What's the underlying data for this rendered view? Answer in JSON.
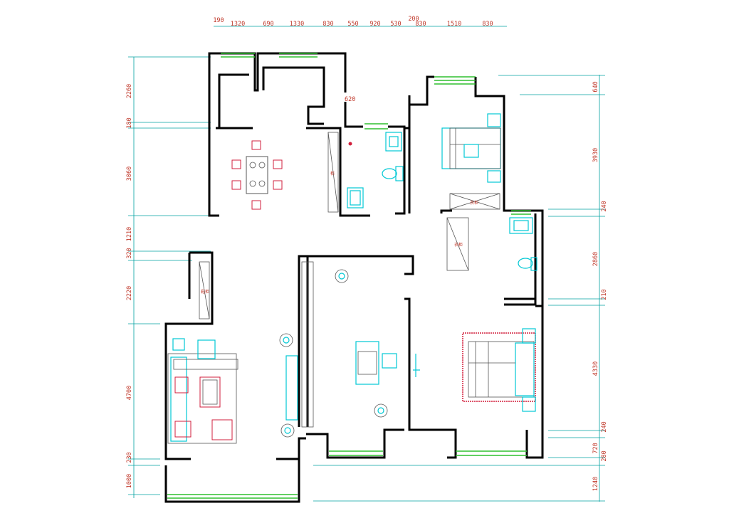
{
  "colors": {
    "wall": "#000000",
    "dimension_line": "#00a0a0",
    "dimension_text": "#c0392b",
    "window": "#2fbf2f",
    "furniture_outline": "#00c8d4",
    "furniture_detail": "#d21f3c"
  },
  "dimensions": {
    "top": [
      "190",
      "1320",
      "690",
      "1330",
      "830",
      "550",
      "920",
      "530",
      "200",
      "830",
      "1510",
      "830"
    ],
    "left": [
      "2260",
      "180",
      "3060",
      "1210",
      "320",
      "2220",
      "4700",
      "230",
      "1000"
    ],
    "right": [
      "640",
      "3930",
      "240",
      "2860",
      "210",
      "4330",
      "240",
      "720",
      "280",
      "1240"
    ]
  },
  "inline_labels": {
    "door_dim": "620",
    "closet_a": "衣柜",
    "closet_b": "衣柜",
    "cabinet_c": "鞋柜",
    "cabinet_d": "柜"
  }
}
